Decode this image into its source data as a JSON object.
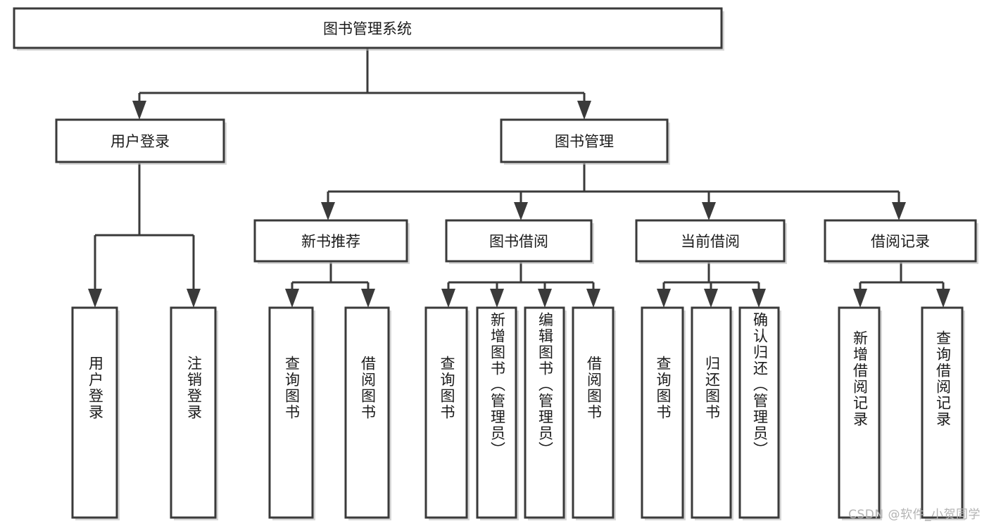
{
  "diagram": {
    "type": "tree-hierarchy",
    "orientation": "top-down",
    "title_node": "图书管理系统",
    "stroke_color": "#3a3a3a",
    "box_fill": "#ffffff",
    "text_color": "#1b1b1b",
    "nodes": {
      "root": {
        "label": "图书管理系统",
        "level": 0
      },
      "user_login": {
        "label": "用户登录",
        "level": 1
      },
      "book_manage": {
        "label": "图书管理",
        "level": 1
      },
      "new_book_rec": {
        "label": "新书推荐",
        "level": 2
      },
      "book_borrow": {
        "label": "图书借阅",
        "level": 2
      },
      "current_borrow": {
        "label": "当前借阅",
        "level": 2
      },
      "borrow_record": {
        "label": "借阅记录",
        "level": 2
      },
      "leaf_user_login": {
        "label": "用户登录",
        "level": 3
      },
      "leaf_logout": {
        "label": "注销登录",
        "level": 3
      },
      "leaf_query_book_a": {
        "label": "查询图书",
        "level": 3
      },
      "leaf_borrow_book_a": {
        "label": "借阅图书",
        "level": 3
      },
      "leaf_query_book_b": {
        "label": "查询图书",
        "level": 3
      },
      "leaf_add_book": {
        "label": "新增图书（管理员）",
        "level": 3
      },
      "leaf_edit_book": {
        "label": "编辑图书（管理员）",
        "level": 3
      },
      "leaf_borrow_book_b": {
        "label": "借阅图书",
        "level": 3
      },
      "leaf_query_book_c": {
        "label": "查询图书",
        "level": 3
      },
      "leaf_return_book": {
        "label": "归还图书",
        "level": 3
      },
      "leaf_confirm_return": {
        "label": "确认归还（管理员）",
        "level": 3
      },
      "leaf_add_record": {
        "label": "新增借阅记录",
        "level": 3
      },
      "leaf_query_record": {
        "label": "查询借阅记录",
        "level": 3
      }
    },
    "edges": [
      {
        "from": "root",
        "to": "user_login"
      },
      {
        "from": "root",
        "to": "book_manage"
      },
      {
        "from": "user_login",
        "to": "leaf_user_login"
      },
      {
        "from": "user_login",
        "to": "leaf_logout"
      },
      {
        "from": "book_manage",
        "to": "new_book_rec"
      },
      {
        "from": "book_manage",
        "to": "book_borrow"
      },
      {
        "from": "book_manage",
        "to": "current_borrow"
      },
      {
        "from": "book_manage",
        "to": "borrow_record"
      },
      {
        "from": "new_book_rec",
        "to": "leaf_query_book_a"
      },
      {
        "from": "new_book_rec",
        "to": "leaf_borrow_book_a"
      },
      {
        "from": "book_borrow",
        "to": "leaf_query_book_b"
      },
      {
        "from": "book_borrow",
        "to": "leaf_add_book"
      },
      {
        "from": "book_borrow",
        "to": "leaf_edit_book"
      },
      {
        "from": "book_borrow",
        "to": "leaf_borrow_book_b"
      },
      {
        "from": "current_borrow",
        "to": "leaf_query_book_c"
      },
      {
        "from": "current_borrow",
        "to": "leaf_return_book"
      },
      {
        "from": "current_borrow",
        "to": "leaf_confirm_return"
      },
      {
        "from": "borrow_record",
        "to": "leaf_add_record"
      },
      {
        "from": "borrow_record",
        "to": "leaf_query_record"
      }
    ]
  },
  "labels": {
    "root": "图书管理系统",
    "user_login": "用户登录",
    "book_manage": "图书管理",
    "new_book_rec": "新书推荐",
    "book_borrow": "图书借阅",
    "current_borrow": "当前借阅",
    "borrow_record": "借阅记录",
    "leaf_user_login": "用户登录",
    "leaf_logout": "注销登录",
    "leaf_query_book_a": "查询图书",
    "leaf_borrow_book_a": "借阅图书",
    "leaf_query_book_b": "查询图书",
    "leaf_add_book": "新增图书（管理员）",
    "leaf_edit_book": "编辑图书（管理员）",
    "leaf_borrow_book_b": "借阅图书",
    "leaf_query_book_c": "查询图书",
    "leaf_return_book": "归还图书",
    "leaf_confirm_return": "确认归还（管理员）",
    "leaf_add_record": "新增借阅记录",
    "leaf_query_record": "查询借阅记录"
  },
  "watermark": {
    "text": "CSDN @软件_小贺同学"
  }
}
